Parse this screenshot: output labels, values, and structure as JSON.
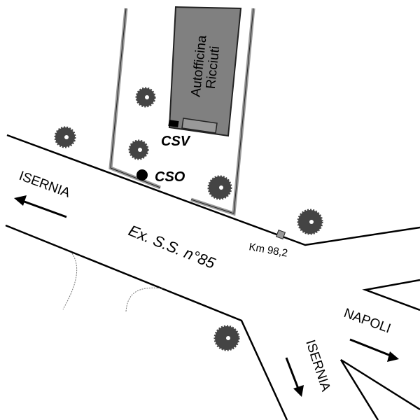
{
  "building": {
    "label_line1": "Autofficina",
    "label_line2": "Ricciuti"
  },
  "points": {
    "csv": "CSV",
    "cso": "CSO"
  },
  "road": {
    "name": "Ex. S.S. n°85",
    "km_marker": "Km 98,2"
  },
  "directions": {
    "west": "ISERNIA",
    "east": "NAPOLI",
    "south": "ISERNIA"
  },
  "colors": {
    "building": "#808080",
    "fence": "#999999",
    "tree": "#444444",
    "road_edge": "#000000"
  }
}
